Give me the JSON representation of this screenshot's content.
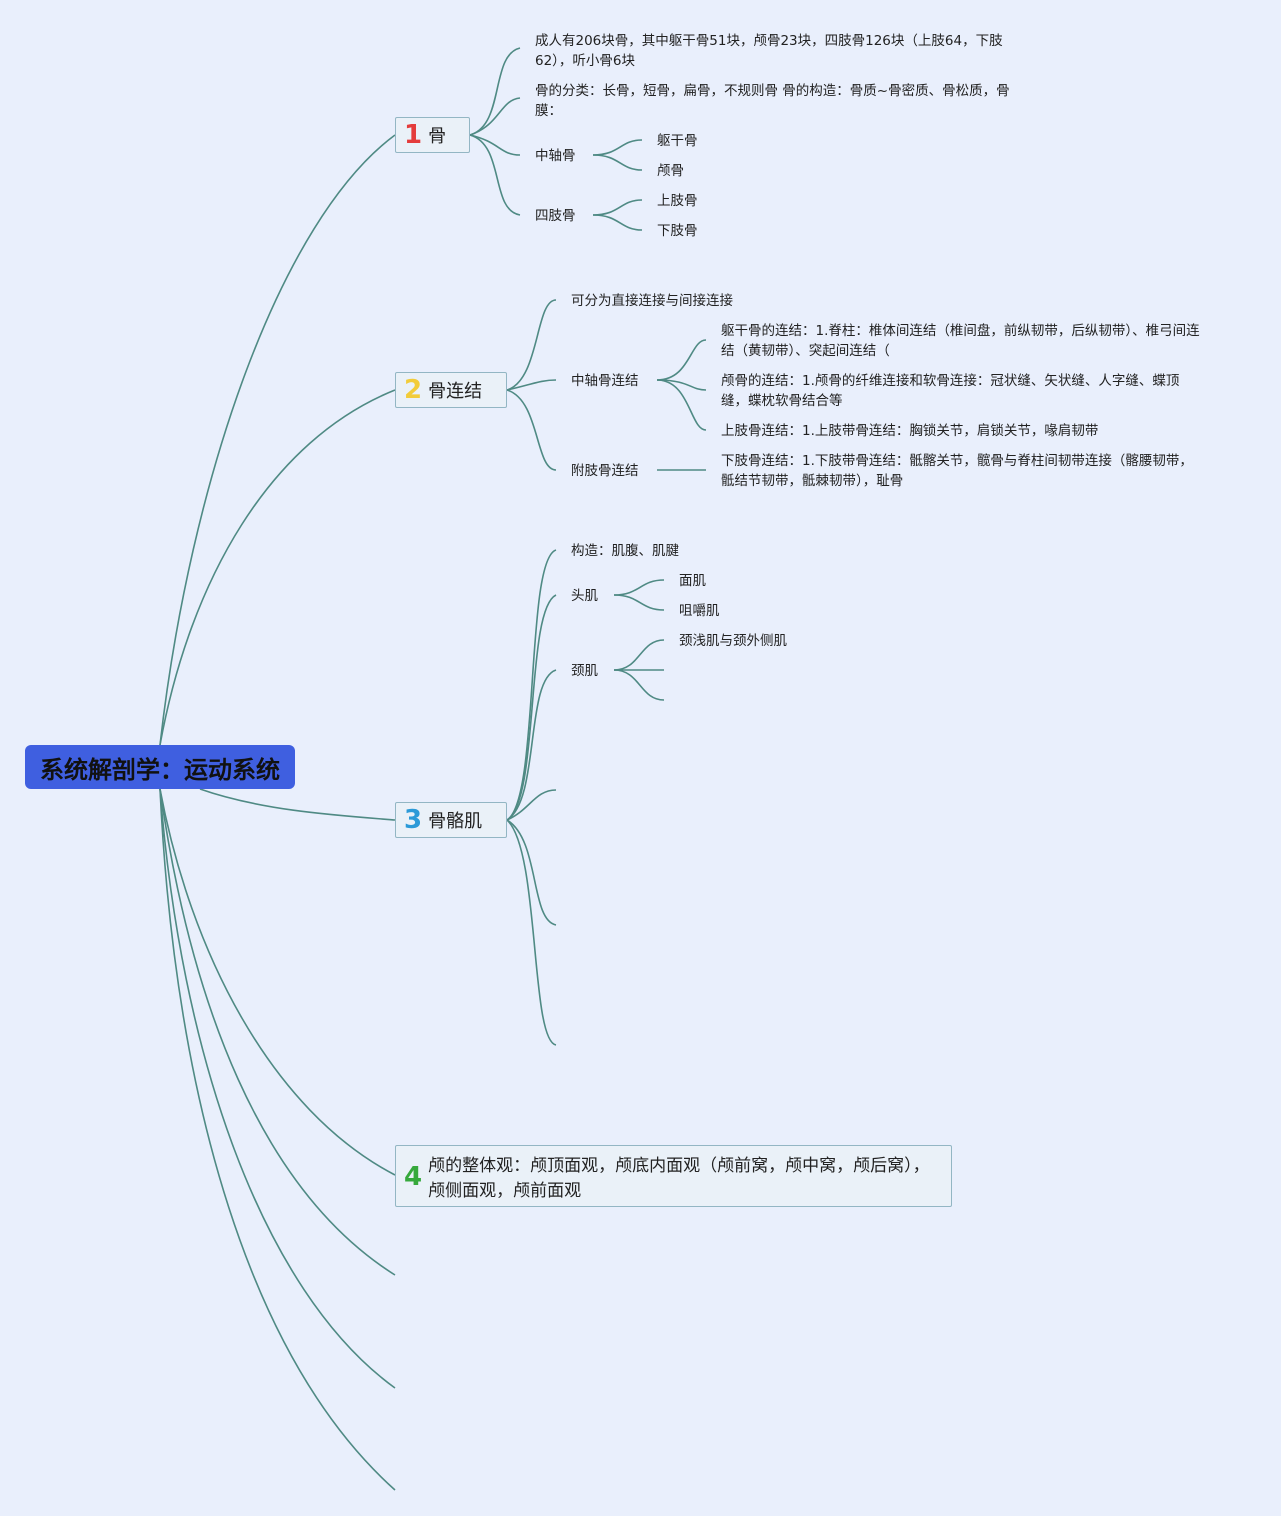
{
  "root": {
    "title": "系统解剖学：运动系统"
  },
  "topics": [
    {
      "num": "1",
      "label": "骨",
      "children": [
        "成人有206块骨，其中躯干骨51块，颅骨23块，四肢骨126块（上肢64，下肢62），听小骨6块",
        "骨的分类：长骨，短骨，扁骨，不规则骨 骨的构造：骨质~骨密质、骨松质，骨膜：",
        {
          "label": "中轴骨",
          "children": [
            "躯干骨",
            "颅骨"
          ]
        },
        {
          "label": "四肢骨",
          "children": [
            "上肢骨",
            "下肢骨"
          ]
        }
      ]
    },
    {
      "num": "2",
      "label": "骨连结",
      "children": [
        "可分为直接连接与间接连接",
        {
          "label": "中轴骨连结",
          "children": [
            "躯干骨的连结：1.脊柱：椎体间连结（椎间盘，前纵韧带，后纵韧带）、椎弓间连结（黄韧带）、突起间连结（",
            "颅骨的连结：1.颅骨的纤维连接和软骨连接：冠状缝、矢状缝、人字缝、蝶顶缝，蝶枕软骨结合等",
            "上肢骨连结：1.上肢带骨连结：胸锁关节，肩锁关节，喙肩韧带"
          ]
        },
        {
          "label": "附肢骨连结",
          "children": [
            "下肢骨连结：1.下肢带骨连结：骶髂关节，髋骨与脊柱间韧带连接（髂腰韧带，骶结节韧带，骶棘韧带），耻骨"
          ]
        }
      ]
    },
    {
      "num": "3",
      "label": "骨骼肌",
      "children": [
        "构造：肌腹、肌腱",
        {
          "label": "头肌",
          "children": [
            "面肌",
            "咀嚼肌"
          ]
        },
        {
          "label": "颈肌",
          "children": [
            "颈浅肌与颈外侧肌",
            "",
            ""
          ]
        }
      ]
    },
    {
      "num": "4",
      "label": "颅的整体观：颅顶面观，颅底内面观（颅前窝，颅中窝，颅后窝），颅侧面观，颅前面观"
    }
  ],
  "colors": {
    "background": "#e9effc",
    "root_fill": "#3f5fe0",
    "link": "#4f8a84",
    "topic_border": "#93b6c4",
    "num1": "#e43c3c",
    "num2": "#f2cc3a",
    "num3": "#2c9ad8",
    "num4": "#36a93c"
  }
}
